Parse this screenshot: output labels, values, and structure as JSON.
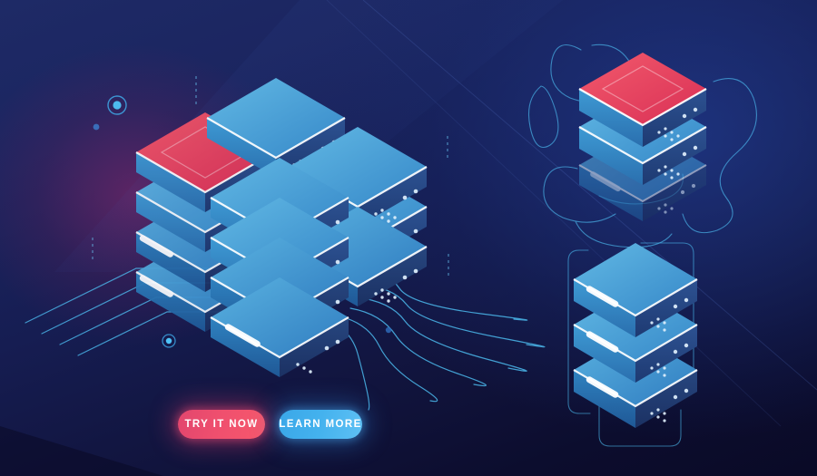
{
  "page": {
    "title": "Isometric Server Room Data Center Illustration",
    "background_top_color": "#1e2a66",
    "background_bottom_color": "#0a0a26",
    "glow_magenta": "#a0286e",
    "glow_blue": "#203a8c"
  },
  "buttons": [
    {
      "id": "try-it-now",
      "label": "TRY IT NOW",
      "color": "#ef4f6e",
      "glow": "#e23c6e"
    },
    {
      "id": "learn-more",
      "label": "LEARN MORE",
      "color": "#44b2ee",
      "glow": "#328cdc"
    }
  ],
  "illustration": {
    "style": "isometric",
    "accent_red": "#e8465f",
    "accent_blue": "#3f9fd8",
    "edge_highlight": "#ffffff",
    "line_color": "#4fc3f7",
    "clusters": [
      {
        "name": "main-server-cluster",
        "position": "center-left",
        "units": 11,
        "highlighted_unit": "top-red-server",
        "description": "Large isometric cluster of stacked blue server blocks with one red top unit"
      },
      {
        "name": "upper-right-server-stack",
        "position": "upper-right",
        "units": 3,
        "highlighted_unit": "top-red-server",
        "description": "Three stacked servers with red top unit surrounded by looping outline paths"
      },
      {
        "name": "lower-right-server-stack",
        "position": "lower-right",
        "units": 3,
        "highlighted_unit": "none",
        "description": "Three stacked blue servers framed by rounded bracket outlines"
      }
    ],
    "decorations": [
      {
        "name": "circuit-traces-left",
        "count": 4,
        "shape": "straight-diagonal"
      },
      {
        "name": "circuit-traces-right",
        "count": 6,
        "shape": "curved-fan"
      },
      {
        "name": "ring-circle",
        "position": "upper-left"
      },
      {
        "name": "glow-dots",
        "count": 3
      },
      {
        "name": "dashed-vertical-lines",
        "count": 4
      },
      {
        "name": "loop-outlines-right",
        "count": 3
      }
    ]
  }
}
